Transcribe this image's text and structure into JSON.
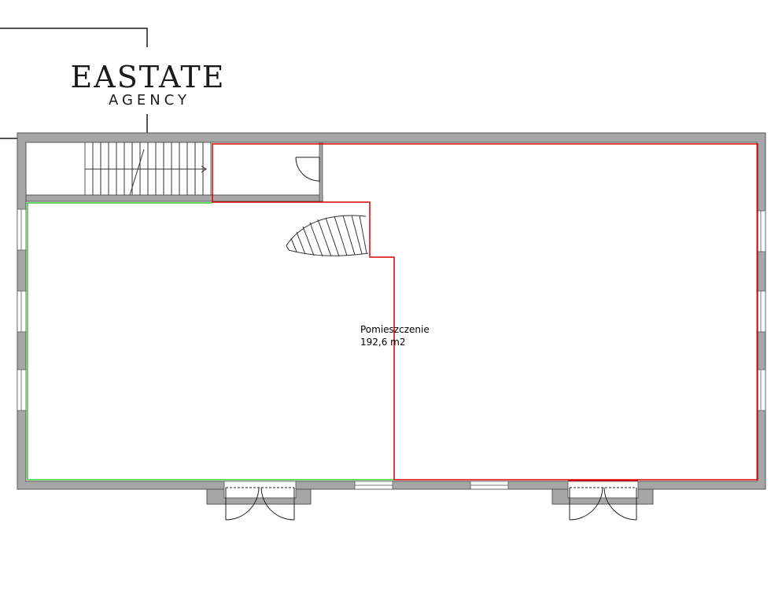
{
  "logo": {
    "title": "EASTATE",
    "subtitle": "AGENCY"
  },
  "room": {
    "name": "Pomieszczenie",
    "area": "192,6 m2"
  },
  "colors": {
    "wall": "#a6a6a6",
    "wall_stroke": "#555555",
    "highlight_green": "#33cc33",
    "highlight_red": "#dd0000",
    "ink": "#1a1a1a"
  }
}
